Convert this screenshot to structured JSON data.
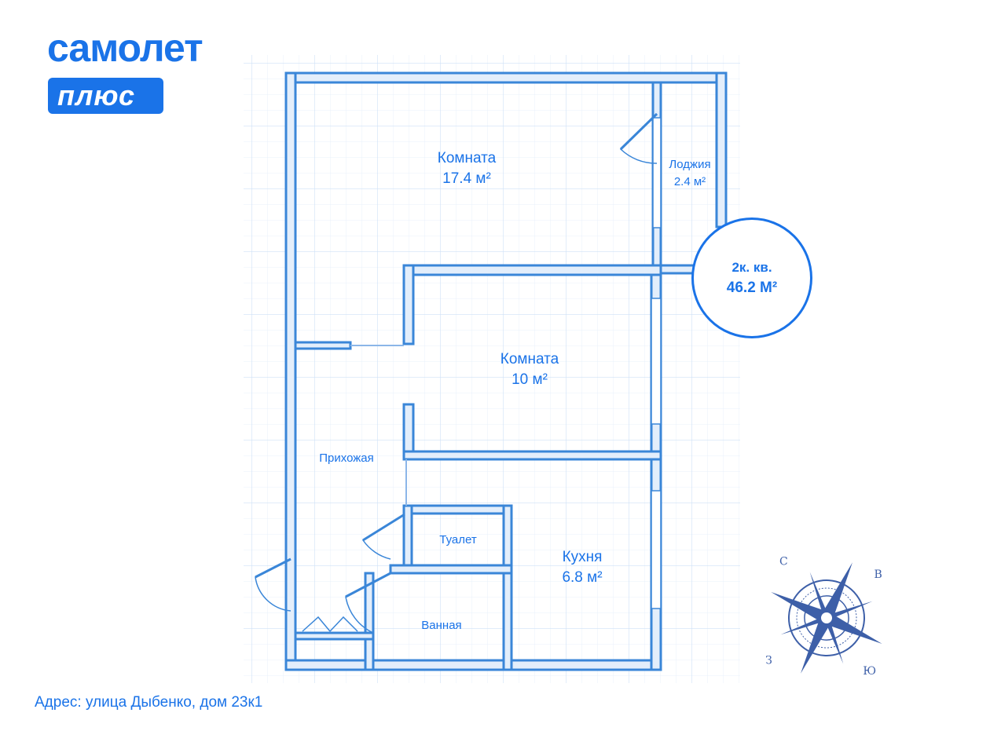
{
  "brand": {
    "name_top": "самолет",
    "name_badge": "плюс"
  },
  "rooms": {
    "room1": {
      "name": "Комната",
      "area": "17.4 м²"
    },
    "room2": {
      "name": "Комната",
      "area": "10 м²"
    },
    "loggia": {
      "name": "Лоджия",
      "area": "2.4 м²"
    },
    "hall": {
      "name": "Прихожая"
    },
    "toilet": {
      "name": "Туалет"
    },
    "kitchen": {
      "name": "Кухня",
      "area": "6.8 м²"
    },
    "bath": {
      "name": "Ванная"
    }
  },
  "summary": {
    "type": "2к. кв.",
    "area": "46.2 М²"
  },
  "address": "Адрес: улица Дыбенко, дом 23к1",
  "compass": {
    "north": "С",
    "east": "В",
    "south": "Ю",
    "west": "З"
  },
  "colors": {
    "accent": "#1a73e8",
    "wall": "#3a86d8",
    "wall_fill": "#e3eefb",
    "grid": "#d6e6f8",
    "compass": "#3d5fa8"
  }
}
